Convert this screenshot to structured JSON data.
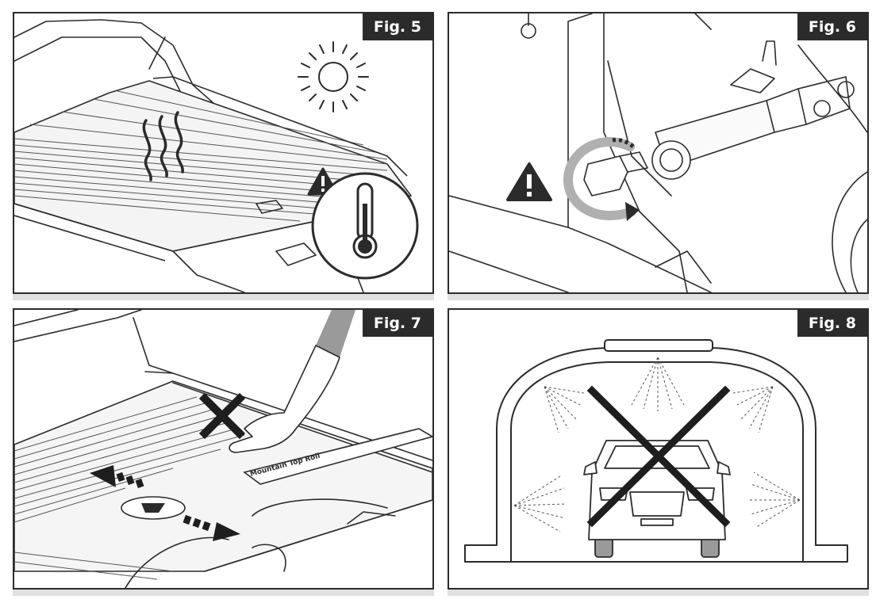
{
  "figures": [
    {
      "label": "Fig. 5"
    },
    {
      "label": "Fig. 6"
    },
    {
      "label": "Fig. 7"
    },
    {
      "label": "Fig. 8"
    }
  ],
  "cover_decal_text": "Mountain Top Roll",
  "colors": {
    "frame": "#2b2b2b",
    "label_bg": "#2b2b2b",
    "label_text": "#ffffff",
    "warning_fill": "#2b2b2b",
    "rotation_arrow": "#b0b0b0",
    "arm": "#9a9a9a"
  }
}
